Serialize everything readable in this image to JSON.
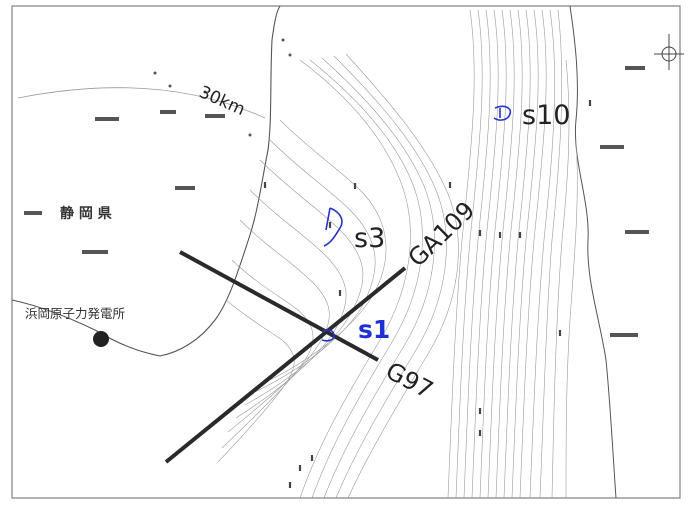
{
  "labels": {
    "radius": "30km",
    "prefecture": "静 岡 県",
    "plant": "浜岡原子力発電所",
    "site_s10": "s10",
    "site_s3": "s3",
    "site_s1": "s1",
    "line_ga109": "GA109",
    "line_g97": "G97"
  },
  "colors": {
    "site_marker": "#2233cc",
    "s1_label": "#1f2fd6",
    "survey_line": "#2a2a2a",
    "contour": "#9a9a9a",
    "coast": "#555555"
  },
  "icons": {
    "compass": "north-arrow-icon",
    "plant_marker": "power-plant-marker-icon"
  }
}
